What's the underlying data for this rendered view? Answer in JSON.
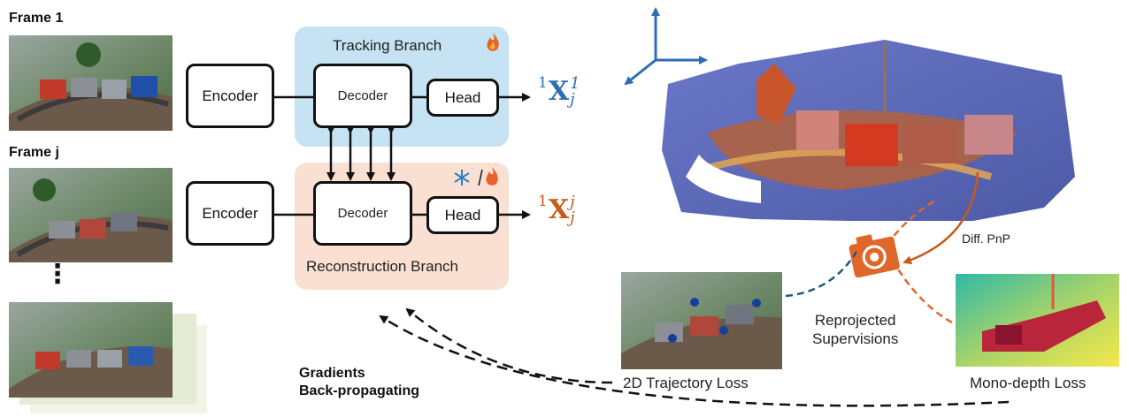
{
  "inputs": {
    "frame1_label": "Frame 1",
    "framej_label": "Frame j",
    "ellipsis": "⋮"
  },
  "tracking_branch": {
    "title": "Tracking Branch",
    "encoder": "Encoder",
    "decoder": "Decoder",
    "head": "Head",
    "icon": "flame-icon",
    "output": {
      "prefix": "1",
      "symbol": "X",
      "sup": "1",
      "sub": "j",
      "color": "#2f6fb0"
    }
  },
  "reconstruction_branch": {
    "title": "Reconstruction Branch",
    "encoder": "Encoder",
    "decoder": "Decoder",
    "head": "Head",
    "icon": "snowflake-or-flame-icon",
    "output": {
      "prefix": "1",
      "symbol": "X",
      "sup": "j",
      "sub": "j",
      "color": "#c75a1c"
    }
  },
  "supervision": {
    "pnp_label": "Diff. PnP",
    "reprojected_label_line1": "Reprojected",
    "reprojected_label_line2": "Supervisions",
    "trajectory_loss": "2D Trajectory Loss",
    "mono_depth_loss": "Mono-depth Loss",
    "gradients_line1": "Gradients",
    "gradients_line2": "Back-propagating"
  },
  "colors": {
    "tracking_bg": "#c5e3f3",
    "reconstruction_bg": "#fae0d2",
    "tracking_blue": "#2f6fb0",
    "reconstruction_orange": "#c75a1c",
    "camera_orange": "#e0672a",
    "trajectory_dash": "#1f5a7a"
  }
}
